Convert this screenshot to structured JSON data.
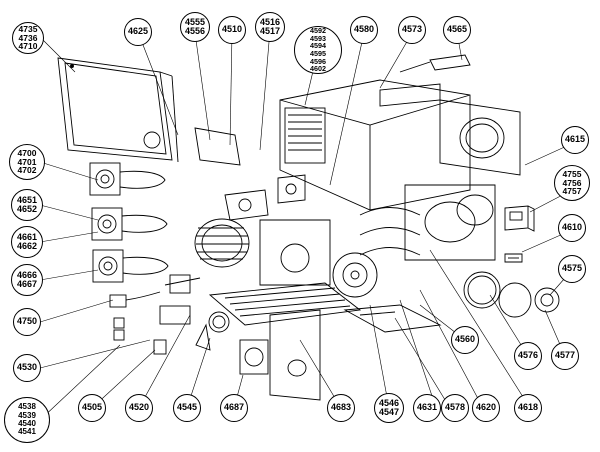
{
  "callouts": [
    {
      "id": "c4735",
      "label": "4735\n4736\n4710"
    },
    {
      "id": "c4625",
      "label": "4625"
    },
    {
      "id": "c4555",
      "label": "4555\n4556"
    },
    {
      "id": "c4510",
      "label": "4510"
    },
    {
      "id": "c4516",
      "label": "4516\n4517"
    },
    {
      "id": "c4592",
      "label": "4592\n4593\n4594\n4595\n4596\n4602"
    },
    {
      "id": "c4580",
      "label": "4580"
    },
    {
      "id": "c4573",
      "label": "4573"
    },
    {
      "id": "c4565",
      "label": "4565"
    },
    {
      "id": "c4615",
      "label": "4615"
    },
    {
      "id": "c4700",
      "label": "4700\n4701\n4702"
    },
    {
      "id": "c4755",
      "label": "4755\n4756\n4757"
    },
    {
      "id": "c4651",
      "label": "4651\n4652"
    },
    {
      "id": "c4610",
      "label": "4610"
    },
    {
      "id": "c4661",
      "label": "4661\n4662"
    },
    {
      "id": "c4575",
      "label": "4575"
    },
    {
      "id": "c4666",
      "label": "4666\n4667"
    },
    {
      "id": "c4750",
      "label": "4750"
    },
    {
      "id": "c4560",
      "label": "4560"
    },
    {
      "id": "c4576",
      "label": "4576"
    },
    {
      "id": "c4577",
      "label": "4577"
    },
    {
      "id": "c4530",
      "label": "4530"
    },
    {
      "id": "c4538",
      "label": "4538\n4539\n4540\n4541"
    },
    {
      "id": "c4505",
      "label": "4505"
    },
    {
      "id": "c4520",
      "label": "4520"
    },
    {
      "id": "c4545",
      "label": "4545"
    },
    {
      "id": "c4687",
      "label": "4687"
    },
    {
      "id": "c4683",
      "label": "4683"
    },
    {
      "id": "c4546",
      "label": "4546\n4547"
    },
    {
      "id": "c4631",
      "label": "4631"
    },
    {
      "id": "c4578",
      "label": "4578"
    },
    {
      "id": "c4620",
      "label": "4620"
    },
    {
      "id": "c4618",
      "label": "4618"
    }
  ]
}
